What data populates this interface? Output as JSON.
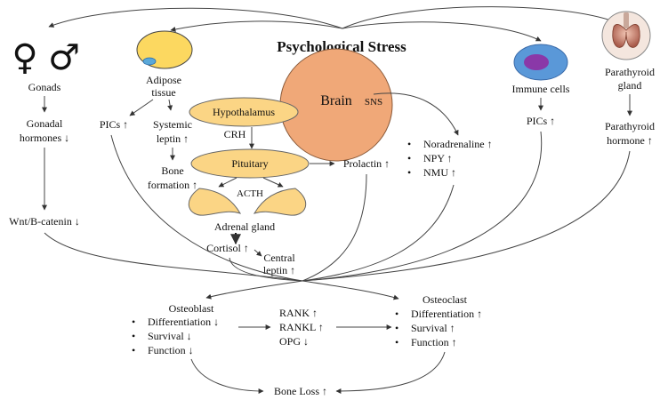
{
  "title": "Psychological Stress",
  "brain": "Brain",
  "sns": "SNS",
  "symbols": {
    "female": "♀",
    "male": "♂"
  },
  "gonads": {
    "label": "Gonads",
    "hormones": [
      "Gonadal",
      "hormones ↓"
    ],
    "wnt": "Wnt/B-catenin ↓"
  },
  "adipose": {
    "label": [
      "Adipose",
      "tissue"
    ],
    "pics": "PICs ↑",
    "leptin": [
      "Systemic",
      "leptin ↑"
    ],
    "bone_formation": [
      "Bone",
      "formation ↑"
    ]
  },
  "hpa": {
    "hypothalamus": "Hypothalamus",
    "crh": "CRH",
    "pituitary": "Pituitary",
    "acth": "ACTH",
    "adrenal": "Adrenal gland",
    "prolactin": "Prolactin ↑",
    "cortisol": "Cortisol ↑",
    "central_leptin": [
      "Central",
      "leptin ↑"
    ]
  },
  "sns_outputs": [
    "Noradrenaline ↑",
    "NPY ↑",
    "NMU ↑"
  ],
  "immune": {
    "label": "Immune cells",
    "pics": "PICs ↑"
  },
  "parathyroid": {
    "label": [
      "Parathyroid",
      "gland"
    ],
    "hormone": [
      "Parathyroid",
      "hormone ↑"
    ]
  },
  "osteoblast": {
    "title": "Osteoblast",
    "items": [
      "Differentiation ↓",
      "Survival ↓",
      "Function ↓"
    ]
  },
  "rank": {
    "items": [
      "RANK ↑",
      "RANKL ↑",
      "OPG ↓"
    ]
  },
  "osteoclast": {
    "title": "Osteoclast",
    "items": [
      "Differentiation ↑",
      "Survival ↑",
      "Function ↑"
    ]
  },
  "bone_loss": "Bone Loss ↑",
  "colors": {
    "brain": "#f0a878",
    "hpa": "#fbd585",
    "adipose": "#fcd860",
    "adipose_spot": "#5aa8d8",
    "immune": "#5a98d8",
    "immune_nucleus": "#8a38a8"
  },
  "icons": {
    "adipose": "adipocyte-cell-icon",
    "immune": "immune-cell-icon",
    "parathyroid": "parathyroid-gland-icon"
  }
}
